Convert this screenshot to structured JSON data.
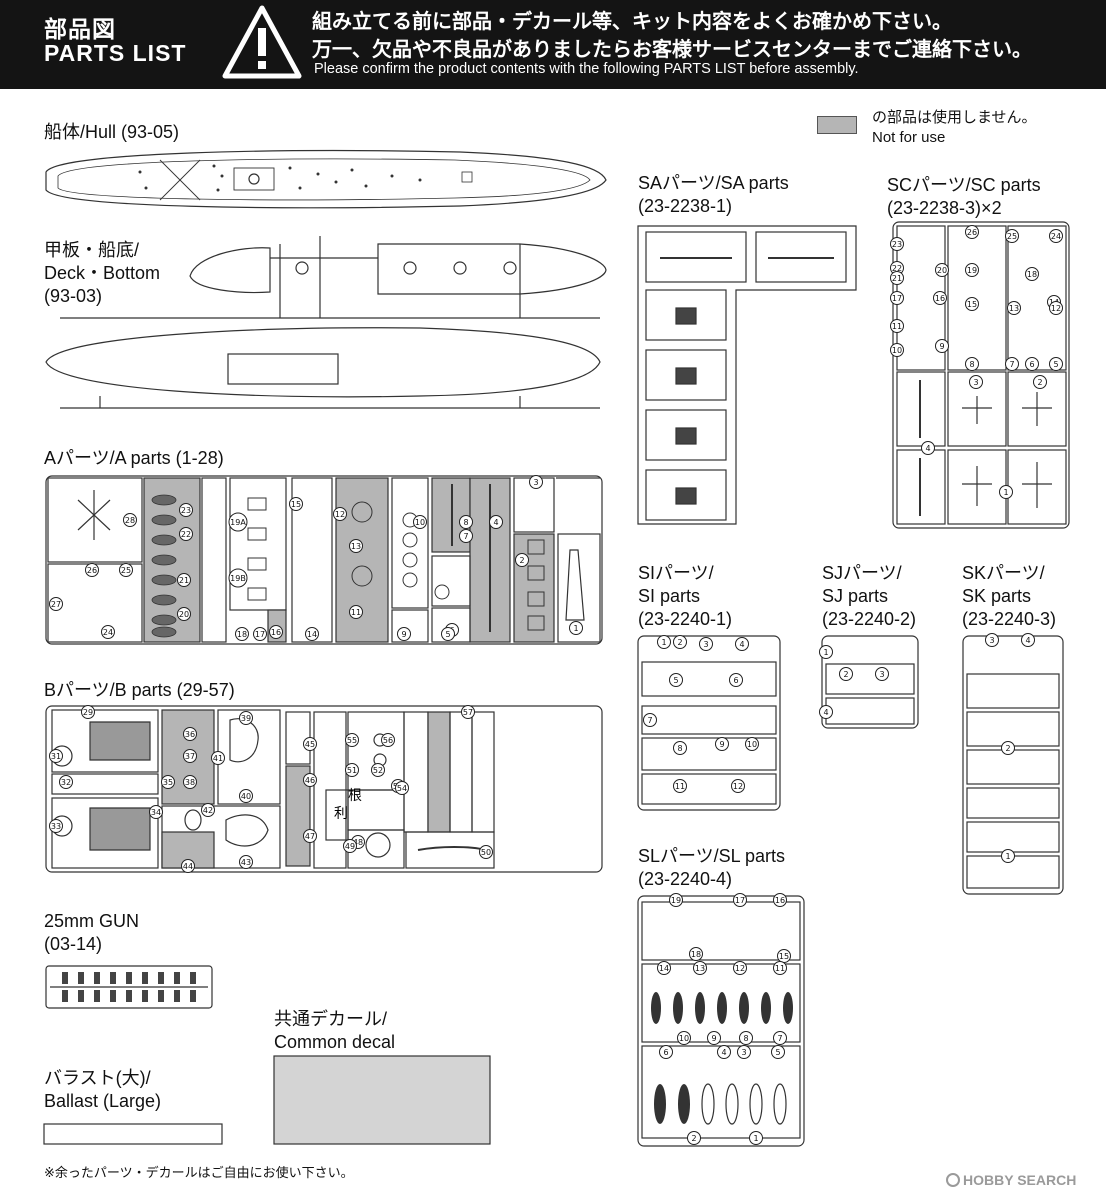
{
  "header": {
    "title_jp": "部品図",
    "title_en": "PARTS LIST",
    "warning_icon": "warning-triangle-icon",
    "line1": "組み立てる前に部品・デカール等、キット内容をよくお確かめ下さい。",
    "line2": "万一、欠品や不良品がありましたらお客様サービスセンターまでご連絡下さい。",
    "line3": "Please confirm the product contents with the following PARTS LIST before assembly."
  },
  "legend": {
    "jp": "の部品は使用しません。",
    "en": "Not for use",
    "swatch_color": "#b5b5b5"
  },
  "sections": {
    "hull": {
      "line1": "船体/Hull (93-05)"
    },
    "deck": {
      "line1": "甲板・船底/",
      "line2": "Deck・Bottom",
      "line3": "(93-03)"
    },
    "a_parts": {
      "line1": "Aパーツ/A parts (1-28)"
    },
    "b_parts": {
      "line1": "Bパーツ/B parts (29-57)"
    },
    "gun": {
      "line1": "25mm GUN",
      "line2": "(03-14)"
    },
    "ballast": {
      "line1": "バラスト(大)/",
      "line2": "Ballast (Large)"
    },
    "decal": {
      "line1": "共通デカール/",
      "line2": "Common decal"
    },
    "sa": {
      "line1": "SAパーツ/SA parts",
      "line2": "(23-2238-1)"
    },
    "sc": {
      "line1": "SCパーツ/SC parts",
      "line2": "(23-2238-3)×2"
    },
    "si": {
      "line1": "SIパーツ/",
      "line2": "SI parts",
      "line3": "(23-2240-1)"
    },
    "sj": {
      "line1": "SJパーツ/",
      "line2": "SJ parts",
      "line3": "(23-2240-2)"
    },
    "sk": {
      "line1": "SKパーツ/",
      "line2": "SK parts",
      "line3": "(23-2240-3)"
    },
    "sl": {
      "line1": "SLパーツ/SL parts",
      "line2": "(23-2240-4)"
    }
  },
  "part_numbers": {
    "a": [
      "28",
      "23",
      "22",
      "21",
      "20",
      "26",
      "25",
      "27",
      "24",
      "19A",
      "19B",
      "18",
      "17",
      "16",
      "15",
      "14",
      "12",
      "13",
      "11",
      "10",
      "9",
      "8",
      "7",
      "6",
      "5",
      "4",
      "3",
      "2",
      "1"
    ],
    "b": [
      "29",
      "31",
      "32",
      "33",
      "34",
      "35",
      "36",
      "37",
      "38",
      "39",
      "40",
      "41",
      "42",
      "43",
      "44",
      "45",
      "46",
      "47",
      "48",
      "49",
      "50",
      "51",
      "52",
      "53",
      "54",
      "55",
      "56",
      "57"
    ],
    "b_markings": [
      "利",
      "根"
    ],
    "sa": [],
    "sc": [
      "23",
      "22",
      "21",
      "17",
      "16",
      "11",
      "10",
      "26",
      "20",
      "19",
      "15",
      "18",
      "13",
      "14",
      "25",
      "24",
      "12",
      "9",
      "8",
      "7",
      "6",
      "5",
      "4",
      "3",
      "2",
      "1"
    ],
    "si": [
      "1",
      "2",
      "3",
      "4",
      "5",
      "6",
      "7",
      "8",
      "9",
      "10",
      "11",
      "12"
    ],
    "sj": [
      "1",
      "2",
      "3",
      "4"
    ],
    "sk": [
      "3",
      "4",
      "2",
      "1"
    ],
    "sl": [
      "19",
      "17",
      "16",
      "18",
      "15",
      "14",
      "13",
      "12",
      "11",
      "10",
      "9",
      "8",
      "7",
      "6",
      "5",
      "4",
      "3",
      "2",
      "1"
    ]
  },
  "footnote": "※余ったパーツ・デカールはご自由にお使い下さい。",
  "watermark": "HOBBY SEARCH"
}
